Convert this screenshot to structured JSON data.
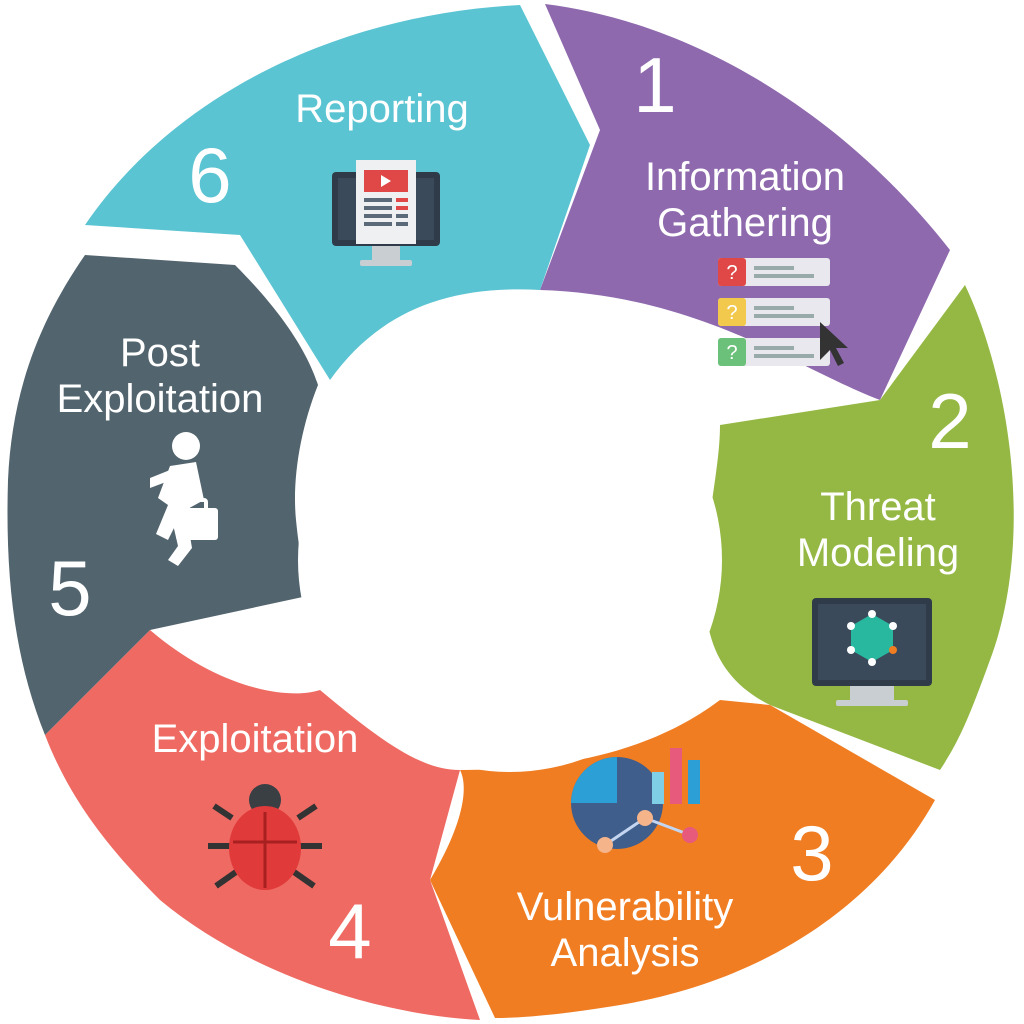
{
  "diagram": {
    "type": "cycle",
    "stages": [
      {
        "number": "1",
        "title": [
          "Information",
          "Gathering"
        ],
        "color": "#8f69ae",
        "icon": "question-list-icon"
      },
      {
        "number": "2",
        "title": [
          "Threat",
          "Modeling"
        ],
        "color": "#94b843",
        "icon": "network-monitor-icon"
      },
      {
        "number": "3",
        "title": [
          "Vulnerability",
          "Analysis"
        ],
        "color": "#f07d22",
        "icon": "analytics-chart-icon"
      },
      {
        "number": "4",
        "title": [
          "Exploitation"
        ],
        "color": "#ef6a62",
        "icon": "bug-icon"
      },
      {
        "number": "5",
        "title": [
          "Post",
          "Exploitation"
        ],
        "color": "#52646e",
        "icon": "running-person-briefcase-icon"
      },
      {
        "number": "6",
        "title": [
          "Reporting"
        ],
        "color": "#5bc4d2",
        "icon": "report-monitor-icon"
      }
    ]
  }
}
